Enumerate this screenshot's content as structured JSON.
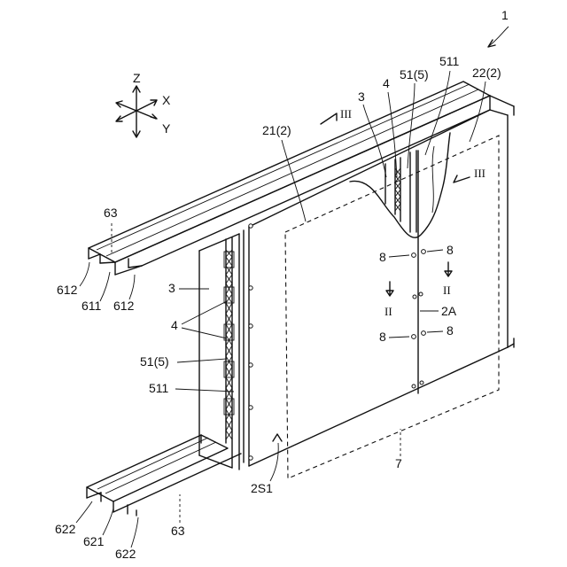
{
  "figure_number": "1",
  "axes": {
    "z": "Z",
    "x": "X",
    "y": "Y"
  },
  "section_marks": {
    "iii_top": "III",
    "iii_right": "III",
    "ii_left": "II",
    "ii_right": "II"
  },
  "labels": {
    "l_3_top": "3",
    "l_4_top": "4",
    "l_51_top": "51(5)",
    "l_511_top": "511",
    "l_22": "22(2)",
    "l_21": "21(2)",
    "l_63_top": "63",
    "l_612_left": "612",
    "l_611": "611",
    "l_612_right": "612",
    "l_3_left": "3",
    "l_4_left": "4",
    "l_51_left": "51(5)",
    "l_511_left": "511",
    "l_8_a": "8",
    "l_8_b": "8",
    "l_8_c": "8",
    "l_8_d": "8",
    "l_2a": "2A",
    "l_7": "7",
    "l_2s1": "2S1",
    "l_622_left": "622",
    "l_621": "621",
    "l_622_right": "622",
    "l_63_bottom": "63"
  }
}
